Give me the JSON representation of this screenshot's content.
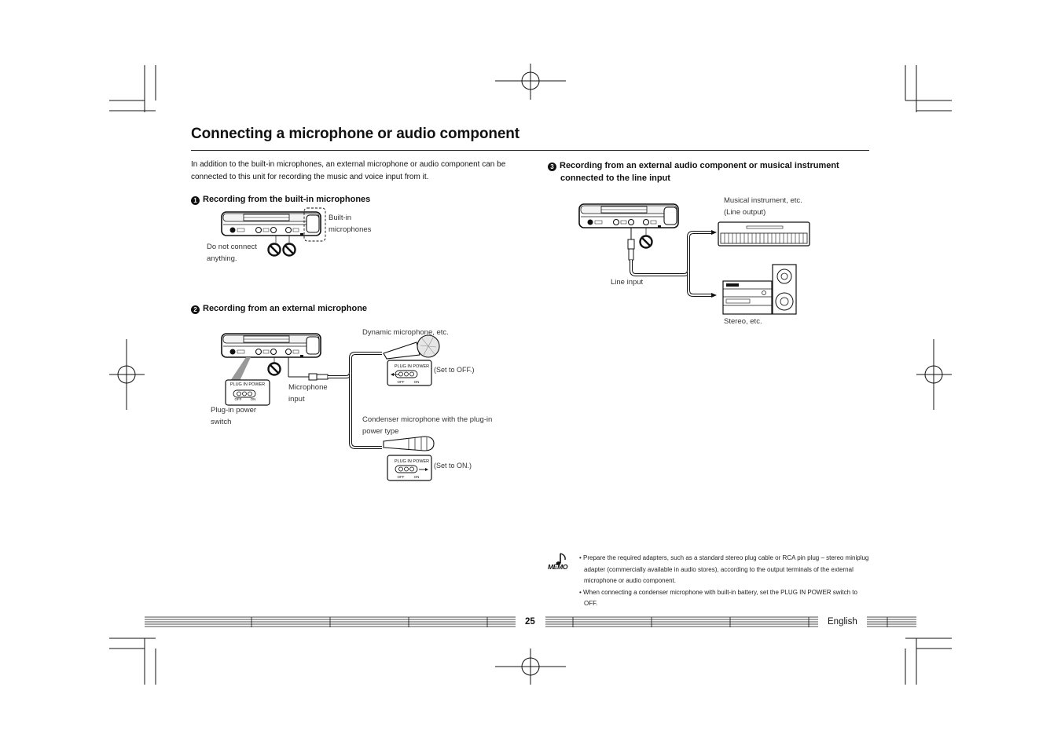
{
  "title": "Connecting a microphone or audio component",
  "intro": "In addition to the built-in microphones, an external microphone or audio component can be connected to this unit for recording the music and voice input from it.",
  "sections": [
    {
      "number": "1",
      "heading": "Recording from the built-in microphones",
      "labels": {
        "builtin_mics": "Built-in microphones",
        "do_not_connect": "Do not connect anything."
      }
    },
    {
      "number": "2",
      "heading": "Recording from an external microphone",
      "labels": {
        "dynamic_mic": "Dynamic microphone, etc.",
        "set_off": "(Set to OFF.)",
        "mic_input": "Microphone input",
        "plugin_switch": "Plug-in power switch",
        "condenser_mic": "Condenser microphone with the plug-in power type",
        "set_on": "(Set to ON.)",
        "plug_in_power": "PLUG IN POWER",
        "off": "OFF",
        "on": "ON"
      }
    },
    {
      "number": "3",
      "heading_line1": "Recording from an external audio component or musical instrument",
      "heading_line2": "connected to the line input",
      "labels": {
        "musical_instrument": "Musical instrument, etc. (Line output)",
        "line_input": "Line input",
        "stereo": "Stereo, etc."
      }
    }
  ],
  "memo": {
    "badge": "MEMO",
    "items": [
      "Prepare the required adapters, such as a standard stereo plug cable or RCA pin plug – stereo miniplug adapter (commercially available in audio stores), according to the output terminals of the external microphone or audio component.",
      "When connecting a condenser microphone with built-in battery, set the PLUG IN POWER switch to OFF."
    ]
  },
  "footer": {
    "page_number": "25",
    "language": "English"
  }
}
